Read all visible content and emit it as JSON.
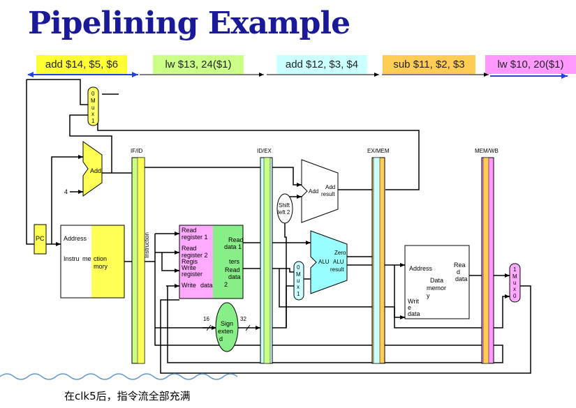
{
  "slide": {
    "title": "Pipelining Example",
    "caption": "在clk5后，指令流全部充满"
  },
  "stages": [
    {
      "label": "add $14, $5, $6",
      "color": "#ffff33"
    },
    {
      "label": "lw $13, 24($1)",
      "color": "#ccff88"
    },
    {
      "label": "add $12, $3, $4",
      "color": "#ccffff"
    },
    {
      "label": "sub $11, $2, $3",
      "color": "#ffcc55"
    },
    {
      "label": "lw $10, 20($1)",
      "color": "#ff99ff"
    }
  ],
  "pipeline_registers": {
    "ifid": "IF/ID",
    "idex": "ID/EX",
    "exmem": "EX/MEM",
    "memwb": "MEM/WB"
  },
  "blocks": {
    "pc": "PC",
    "mux_top": [
      "0",
      "M",
      "u",
      "x",
      "1"
    ],
    "add_pc": "Add",
    "const_four": "4",
    "instr_mem": {
      "address": "Address",
      "line1a": "Instru",
      "line1b": "me",
      "line1c": "ction",
      "line2": "mory"
    },
    "instruction_bus": "Instruction",
    "regfile": {
      "read_reg1": [
        "Read",
        "register 1"
      ],
      "read_reg2": [
        "Read",
        "register 2"
      ],
      "regis": "Regis",
      "ters": "ters",
      "write_reg": [
        "Write",
        "register"
      ],
      "write_data": [
        "Write",
        "data"
      ],
      "read_data1": [
        "Read",
        "data 1"
      ],
      "read_data2": [
        "Read",
        "data",
        "2"
      ]
    },
    "sign_extend": {
      "lines": [
        "Sign",
        "exten",
        "d"
      ],
      "in_bits": "16",
      "out_bits": "32"
    },
    "shift_left": [
      "Shift",
      "left 2"
    ],
    "add_branch": {
      "left": "Add",
      "right": [
        "Add",
        "result"
      ]
    },
    "mux_alu": [
      "0",
      "M",
      "u",
      "x",
      "1"
    ],
    "alu": {
      "left": "ALU",
      "zero": "Zero",
      "right": [
        "ALU",
        "result"
      ]
    },
    "data_mem": {
      "address": "Address",
      "read_data": [
        "Rea",
        "d",
        "data"
      ],
      "center": [
        "Data",
        "memor",
        "y"
      ],
      "write_data": [
        "Writ",
        "e",
        "data"
      ]
    },
    "mux_wb": [
      "1",
      "M",
      "u",
      "x",
      "0"
    ]
  }
}
